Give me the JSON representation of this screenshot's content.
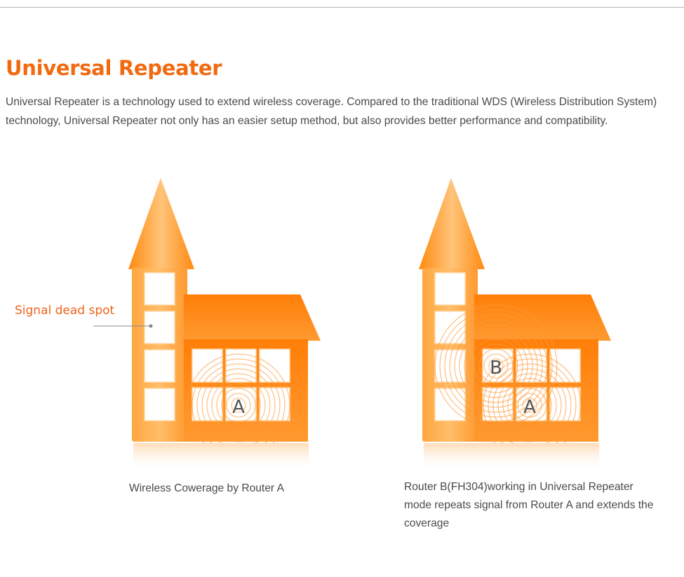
{
  "heading": {
    "title": "Universal Repeater",
    "intro": "Universal Repeater is a technology used to extend wireless coverage. Compared to the traditional WDS (Wireless Distribution System) technology, Universal Repeater not only has an easier setup method, but also provides better performance and compatibility."
  },
  "diagram_a": {
    "callout": "Signal dead spot",
    "router_label": "A",
    "caption": "Wireless Cowerage by Router A"
  },
  "diagram_b": {
    "router_b_label": "B",
    "router_a_label": "A",
    "caption": "Router B(FH304)working in Universal Repeater mode repeats signal from Router A and extends the coverage"
  },
  "colors": {
    "accent": "#f26a10",
    "building_light": "#ffc070",
    "building_dark": "#ff7a00",
    "window": "#ffffff",
    "text": "#4a4a4a"
  }
}
